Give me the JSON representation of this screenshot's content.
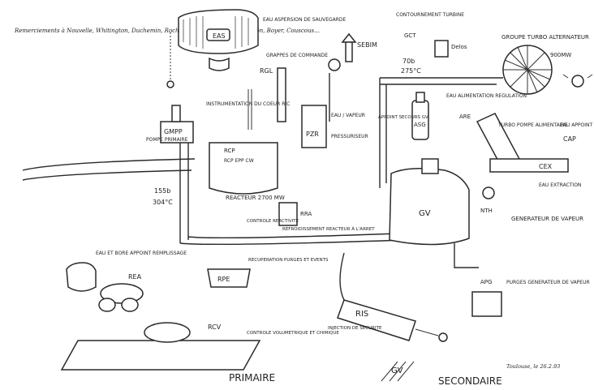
{
  "header_note": "Remerciements à Nouvelle, Whitington, Duchemin, Rochard, Du Faure, Lorge, Manon, Boyer, Couscous…",
  "components": {
    "eas": "EAS",
    "eau_aspersion": "EAU ASPERSION DE SAUVEGARDE",
    "sebim": "SEBIM",
    "contournement": "CONTOURNEMENT TURBINE",
    "gct": "GCT",
    "pressure_70b": "70b",
    "temp_275": "275°C",
    "delos": "Delos",
    "groupe_turbo": "GROUPE TURBO ALTERNATEUR",
    "power_900": "900MW",
    "grappes": "GRAPPES DE COMMANDE",
    "rgl": "RGL",
    "instrumentation": "INSTRUMENTATION DU COEUR RIC",
    "eau_vapeur": "EAU / VAPEUR",
    "pressuriseur": "PRESSURISEUR",
    "pzr": "PZR",
    "eau_alim": "EAU ALIMENTATION REGULATION",
    "are": "ARE",
    "appoint_secours": "APPOINT SECOURS GV",
    "asg": "ASG",
    "turbo_pompe": "TURBO POMPE ALIMENTAIRE",
    "eau_appoint": "EAU APPOINT",
    "cap": "CAP",
    "cex": "CEX",
    "eau_extraction": "EAU EXTRACTION",
    "gmpp": "GMPP",
    "pompe_primaire": "POMPE PRIMAIRE",
    "rcp": "RCP",
    "rcp_labels": "RCP EPP CW",
    "reacteur": "REACTEUR 2700 MW",
    "pressure_155b": "155b",
    "temp_304": "304°C",
    "gv": "GV",
    "nth": "NTH",
    "generateur": "GENERATEUR DE VAPEUR",
    "ra": "RRA",
    "refroidissement": "REFROIDISSEMENT REACTEUR À L'ARRET",
    "controle_rx": "CONTROLE REACTIVITE",
    "rpe": "RPE",
    "recuperation": "RECUPERATION PURGES ET EVENTS",
    "eau_bore": "EAU ET BORE APPOINT REMPLISSAGE",
    "rea": "REA",
    "rcv": "RCV",
    "controle_vol": "CONTROLE VOLUMETRIQUE ET CHIMIQUE",
    "ris": "RIS",
    "injection": "INJECTION DE SECURITE",
    "apg": "APG",
    "purges": "PURGES GENERATEUR DE VAPEUR",
    "primaire": "PRIMAIRE",
    "secondaire": "SECONDAIRE",
    "gv_bottom": "GV",
    "signature": "Toulouse, le 26.2.93"
  }
}
